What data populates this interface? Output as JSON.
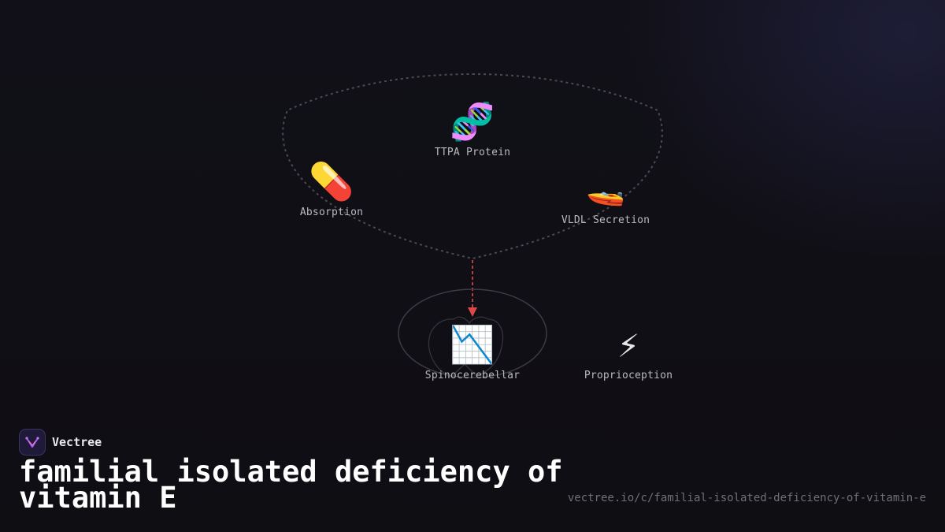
{
  "brand": {
    "name": "Vectree"
  },
  "title": "familial isolated deficiency of vitamin E",
  "url": "vectree.io/c/familial-isolated-deficiency-of-vitamin-e",
  "colors": {
    "background": "#111016",
    "arrow": "#e04848",
    "outline": "#4a4a52",
    "label": "#b9b9c0"
  },
  "nodes": {
    "ttpa": {
      "emoji": "🧬",
      "icon": "dna-icon",
      "label": "TTPA Protein"
    },
    "absorption": {
      "emoji": "💊",
      "icon": "pill-icon",
      "label": "Absorption"
    },
    "vldl": {
      "emoji": "🚤",
      "icon": "speedboat-icon",
      "label": "VLDL Secretion"
    },
    "spinocerebellar": {
      "emoji": "📉",
      "icon": "chart-decreasing-icon",
      "label": "Spinocerebellar"
    },
    "proprioception": {
      "emoji": "⚡",
      "icon": "lightning-icon",
      "label": "Proprioception"
    }
  }
}
